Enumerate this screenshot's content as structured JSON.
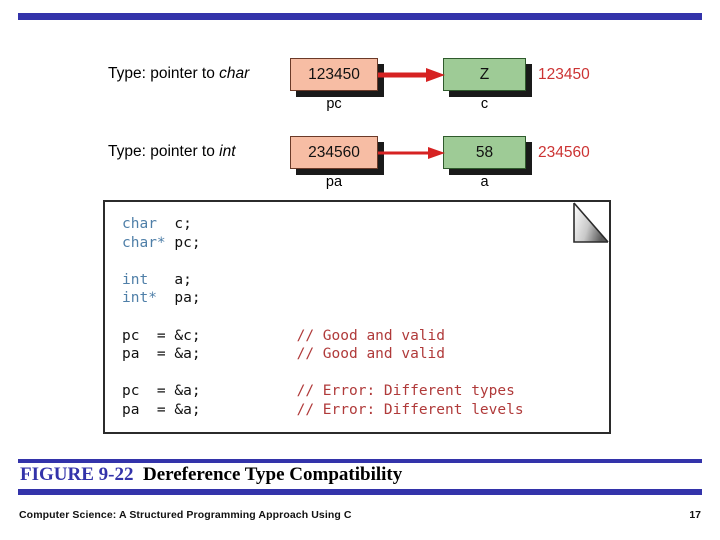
{
  "slide": {
    "top_rule_color": "#3333aa",
    "accent_red": "#cc3333",
    "pointer_box_color": "#f7bda4",
    "target_box_color": "#9ecb96"
  },
  "diagram": {
    "rows": [
      {
        "type_label_prefix": "Type: pointer to ",
        "type_label_keyword": "char",
        "pointer_value": "123450",
        "pointer_name": "pc",
        "target_value": "Z",
        "target_name": "c",
        "target_address": "123450"
      },
      {
        "type_label_prefix": "Type: pointer to ",
        "type_label_keyword": "int",
        "pointer_value": "234560",
        "pointer_name": "pa",
        "target_value": "58",
        "target_name": "a",
        "target_address": "234560"
      }
    ]
  },
  "code": {
    "lines": [
      [
        {
          "t": "kw",
          "s": "char"
        },
        {
          "t": "txt",
          "s": "  c;"
        }
      ],
      [
        {
          "t": "kw",
          "s": "char*"
        },
        {
          "t": "txt",
          "s": " pc;"
        }
      ],
      [],
      [
        {
          "t": "kw",
          "s": "int"
        },
        {
          "t": "txt",
          "s": "   a;"
        }
      ],
      [
        {
          "t": "kw",
          "s": "int*"
        },
        {
          "t": "txt",
          "s": "  pa;"
        }
      ],
      [],
      [
        {
          "t": "txt",
          "s": "pc  = &c;           "
        },
        {
          "t": "cmt",
          "s": "// Good and valid"
        }
      ],
      [
        {
          "t": "txt",
          "s": "pa  = &a;           "
        },
        {
          "t": "cmt",
          "s": "// Good and valid"
        }
      ],
      [],
      [
        {
          "t": "txt",
          "s": "pc  = &a;           "
        },
        {
          "t": "cmt",
          "s": "// Error: Different types"
        }
      ],
      [
        {
          "t": "txt",
          "s": "pa  = &a;           "
        },
        {
          "t": "cmt",
          "s": "// Error: Different levels"
        }
      ]
    ]
  },
  "caption": {
    "figure_number": "FIGURE 9-22",
    "figure_title": "Dereference Type Compatibility"
  },
  "footer": {
    "book_title": "Computer Science: A Structured Programming Approach Using C",
    "page_number": "17"
  }
}
